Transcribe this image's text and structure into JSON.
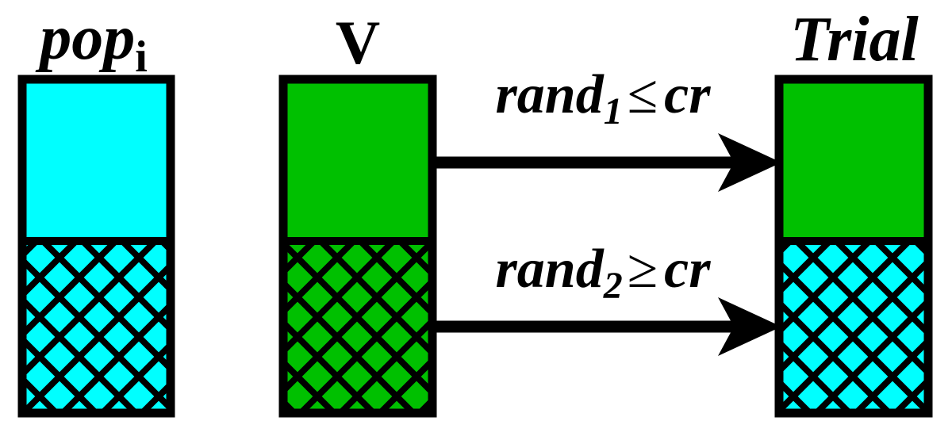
{
  "labels": {
    "pop_base": "pop",
    "pop_sub": "i",
    "v": "V",
    "trial": "Trial",
    "cond1_base": "rand",
    "cond1_sub": "1",
    "cond1_op": "≤",
    "cond1_rhs": "cr",
    "cond2_base": "rand",
    "cond2_sub": "2",
    "cond2_op": "≥",
    "cond2_rhs": "cr"
  },
  "colors": {
    "cyan": "#00ffff",
    "green": "#00c000",
    "outline": "#000000",
    "background": "#ffffff"
  }
}
